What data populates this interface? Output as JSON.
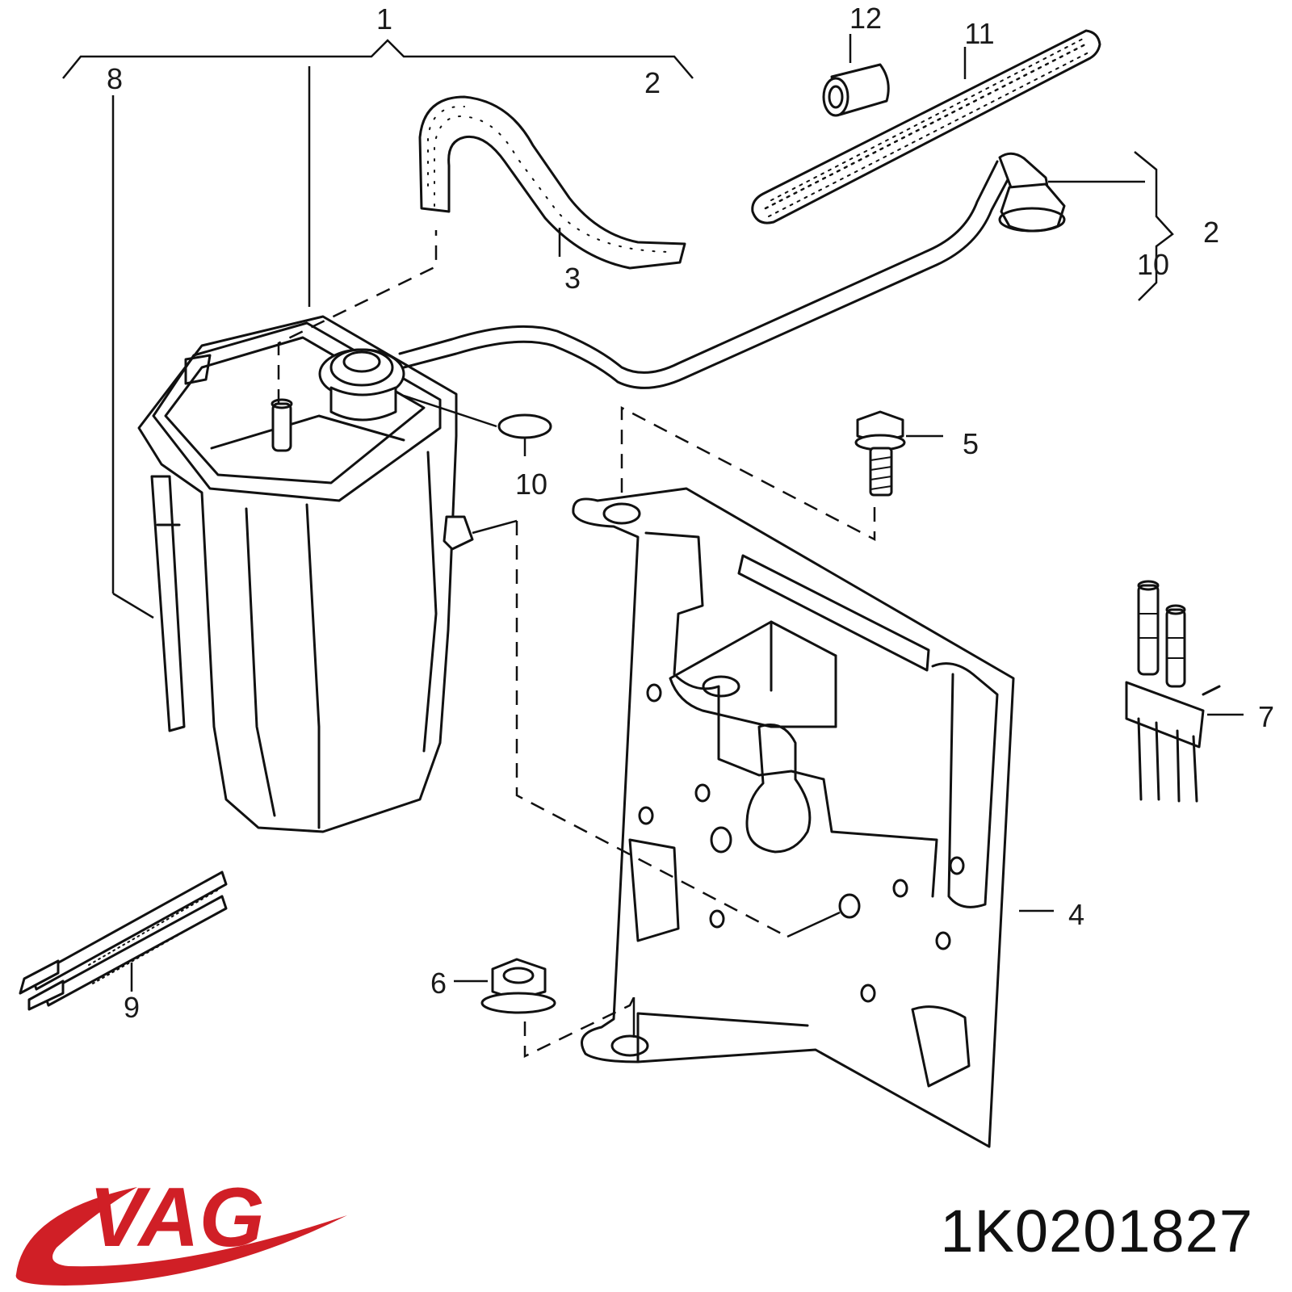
{
  "callouts": {
    "c1": "1",
    "c2_top": "2",
    "c2_right": "2",
    "c3": "3",
    "c4": "4",
    "c5": "5",
    "c6": "6",
    "c7": "7",
    "c8": "8",
    "c9": "9",
    "c10_seal": "10",
    "c10_right": "10",
    "c11": "11",
    "c12": "12"
  },
  "brand": {
    "logo_text": "VAG",
    "color": "#d01f26"
  },
  "part_number": "1K0201827"
}
